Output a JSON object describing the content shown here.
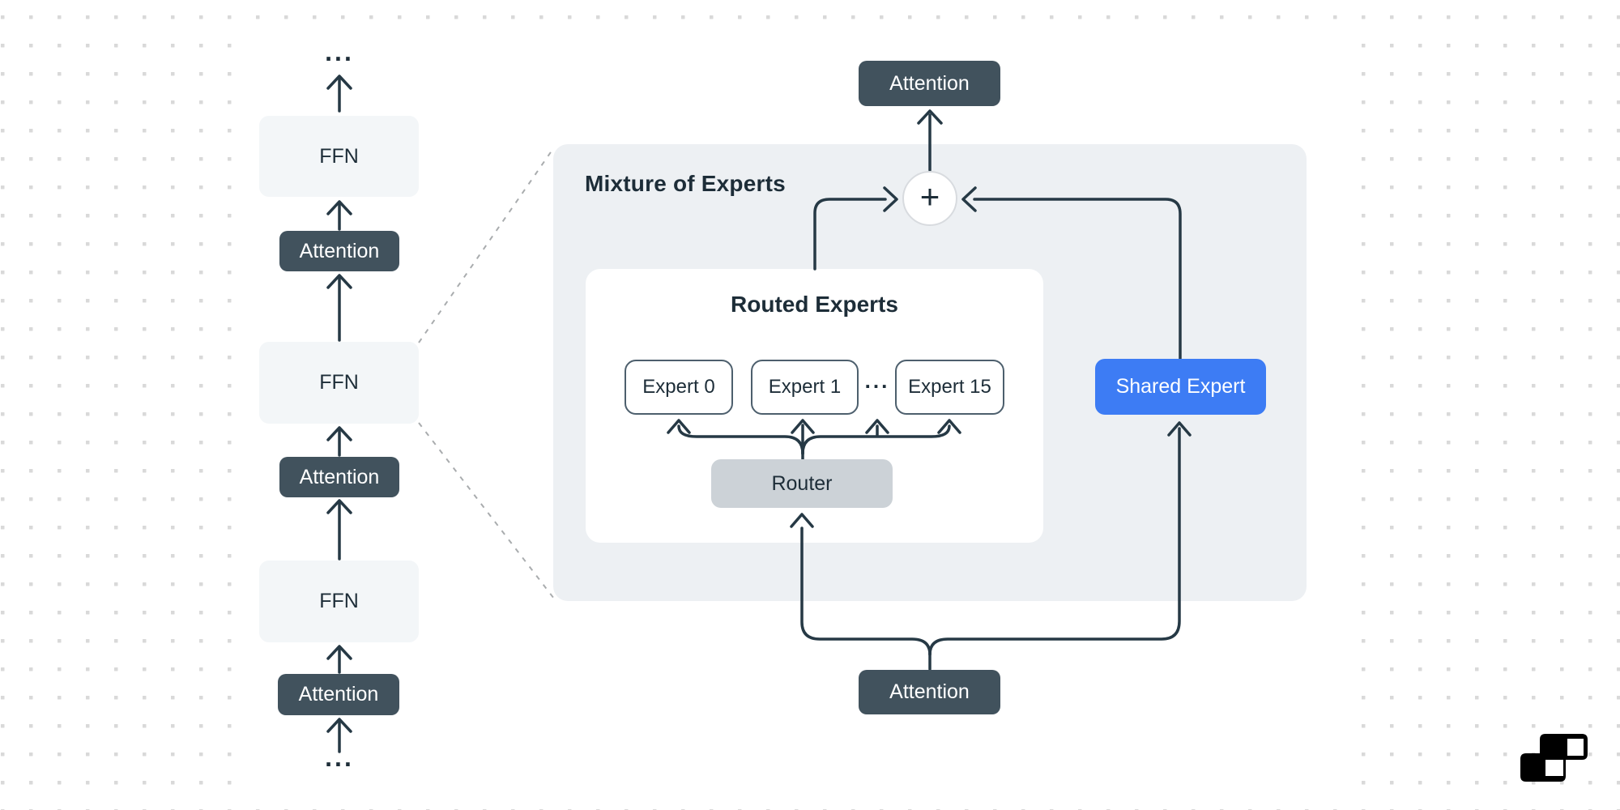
{
  "colors": {
    "page_bg": "#ffffff",
    "dot_grid": "#d9d9d9",
    "canvas_bg": "#ffffff",
    "panel_bg": "#edf0f3",
    "ffn_bg": "#f3f6f8",
    "attention_bg": "#41525d",
    "router_bg": "#ccd2d7",
    "shared_expert_bg": "#3d7cf4",
    "expert_border": "#4d5f6d",
    "line": "#263945",
    "dashed_line": "#a9acae",
    "text_dark": "#1d2d38",
    "text_light": "#ffffff",
    "sum_circle_border": "#d8dbdf",
    "logo_color": "#000000"
  },
  "left_stack": {
    "top_ellipsis": "...",
    "blocks": [
      {
        "label": "FFN"
      },
      {
        "label": "Attention"
      },
      {
        "label": "FFN"
      },
      {
        "label": "Attention"
      },
      {
        "label": "FFN"
      },
      {
        "label": "Attention"
      }
    ],
    "bottom_ellipsis": "..."
  },
  "attention_top": {
    "label": "Attention"
  },
  "attention_bottom": {
    "label": "Attention"
  },
  "moe_panel": {
    "title": "Mixture of Experts",
    "sum_symbol": "+",
    "routed_experts": {
      "title": "Routed Experts",
      "experts": [
        {
          "label": "Expert 0"
        },
        {
          "label": "Expert 1"
        },
        {
          "label": "Expert 15"
        }
      ],
      "ellipsis": "...",
      "router": {
        "label": "Router"
      }
    },
    "shared_expert": {
      "label": "Shared Expert"
    }
  }
}
